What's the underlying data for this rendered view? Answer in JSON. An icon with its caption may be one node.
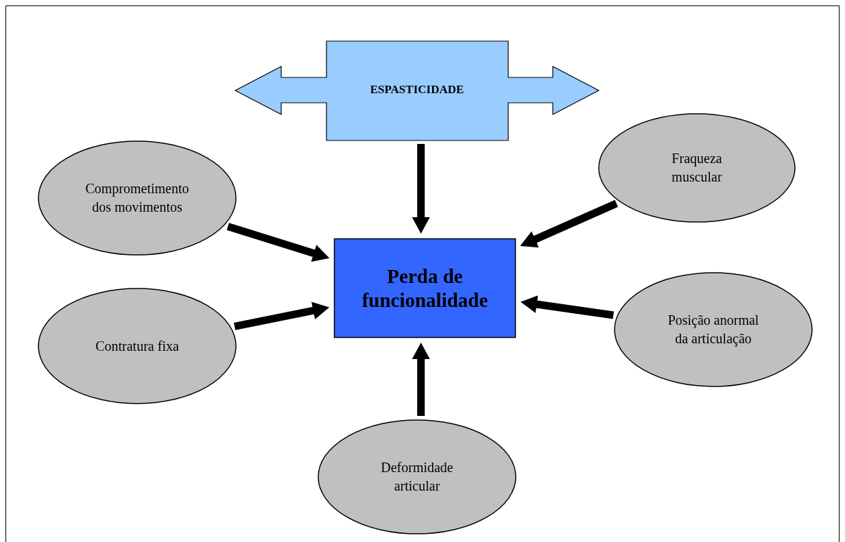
{
  "diagram": {
    "nodes": [
      {
        "text": [
          "ESPASTICIDADE"
        ]
      },
      {
        "text": [
          "Comprometimento dos movimentos"
        ]
      },
      {
        "text": [
          "Fraqueza muscular"
        ]
      },
      {
        "text": [
          "Perda de funcionalidade"
        ]
      },
      {
        "text": [
          "Contratura fixa"
        ]
      },
      {
        "text": [
          "Posição anormal da articulação"
        ]
      },
      {
        "text": [
          "Deformidade articular"
        ]
      }
    ],
    "edges": [
      {
        "from": 0,
        "to": 3,
        "arrow": "to"
      },
      {
        "from": 1,
        "to": 3,
        "arrow": "to"
      },
      {
        "from": 2,
        "to": 3,
        "arrow": "to"
      },
      {
        "from": 4,
        "to": 3,
        "arrow": "to"
      },
      {
        "from": 5,
        "to": 3,
        "arrow": "to"
      },
      {
        "from": 6,
        "to": 3,
        "arrow": "to"
      }
    ]
  }
}
